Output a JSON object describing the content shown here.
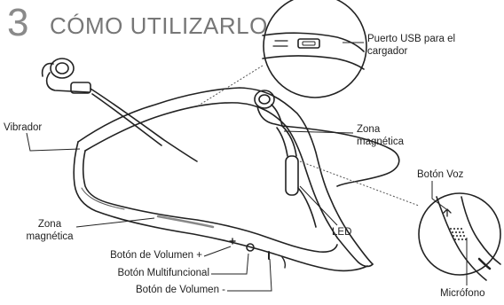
{
  "header": {
    "step_number": "3",
    "title": "CÓMO UTILIZARLO"
  },
  "labels": {
    "usb_port_line1": "Puerto USB para el",
    "usb_port_line2": "cargador",
    "magnetic_zone_right_line1": "Zona",
    "magnetic_zone_right_line2": "magnética",
    "vibrator": "Vibrador",
    "voice_button": "Botón Voz",
    "magnetic_zone_left_line1": "Zona",
    "magnetic_zone_left_line2": "magnética",
    "led": "LED",
    "volume_up_button": "Botón de Volumen +",
    "multifunction_button": "Botón Multifuncional",
    "volume_down_button": "Botón de Volumen -",
    "microphone": "Micrófono"
  }
}
